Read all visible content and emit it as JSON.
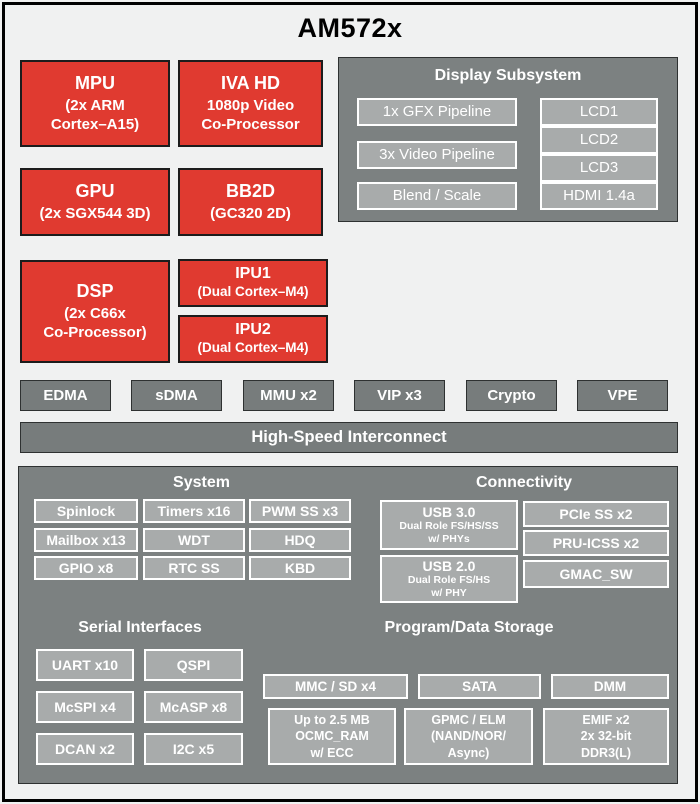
{
  "title": "AM572x",
  "colors": {
    "accent_red": "#e03a30",
    "container_gray": "#7c8181",
    "box_gray": "#777c7c",
    "inner_box_gray": "#a8abab",
    "background": "#f0f1f1",
    "text_white": "#ffffff",
    "border_black": "#000000"
  },
  "processors": [
    {
      "name": "MPU",
      "sub": "(2x ARM\nCortex–A15)"
    },
    {
      "name": "IVA HD",
      "sub": "1080p Video\nCo-Processor"
    },
    {
      "name": "GPU",
      "sub": "(2x SGX544 3D)"
    },
    {
      "name": "BB2D",
      "sub": "(GC320 2D)"
    },
    {
      "name": "DSP",
      "sub": "(2x C66x\nCo-Processor)"
    },
    {
      "name": "IPU1",
      "sub": "(Dual Cortex–M4)"
    },
    {
      "name": "IPU2",
      "sub": "(Dual Cortex–M4)"
    }
  ],
  "display_subsystem": {
    "title": "Display Subsystem",
    "pipelines": [
      "1x GFX Pipeline",
      "3x Video Pipeline",
      "Blend / Scale"
    ],
    "outputs": [
      "LCD1",
      "LCD2",
      "LCD3",
      "HDMI 1.4a"
    ]
  },
  "dma_row": [
    "EDMA",
    "sDMA",
    "MMU x2",
    "VIP x3",
    "Crypto",
    "VPE"
  ],
  "interconnect": "High-Speed Interconnect",
  "system": {
    "title": "System",
    "items": [
      "Spinlock",
      "Timers x16",
      "PWM SS x3",
      "Mailbox x13",
      "WDT",
      "HDQ",
      "GPIO x8",
      "RTC SS",
      "KBD"
    ]
  },
  "connectivity": {
    "title": "Connectivity",
    "usb": [
      {
        "name": "USB 3.0",
        "sub": "Dual Role FS/HS/SS\nw/ PHYs"
      },
      {
        "name": "USB 2.0",
        "sub": "Dual Role FS/HS\nw/ PHY"
      }
    ],
    "items": [
      "PCIe SS x2",
      "PRU-ICSS x2",
      "GMAC_SW"
    ]
  },
  "serial": {
    "title": "Serial Interfaces",
    "items": [
      "UART x10",
      "QSPI",
      "McSPI x4",
      "McASP x8",
      "DCAN x2",
      "I2C x5"
    ]
  },
  "storage": {
    "title": "Program/Data Storage",
    "row1": [
      "MMC / SD x4",
      "SATA",
      "DMM"
    ],
    "row2": [
      "Up to 2.5 MB\nOCMC_RAM\nw/ ECC",
      "GPMC / ELM\n(NAND/NOR/\nAsync)",
      "EMIF x2\n2x 32-bit\nDDR3(L)"
    ]
  }
}
